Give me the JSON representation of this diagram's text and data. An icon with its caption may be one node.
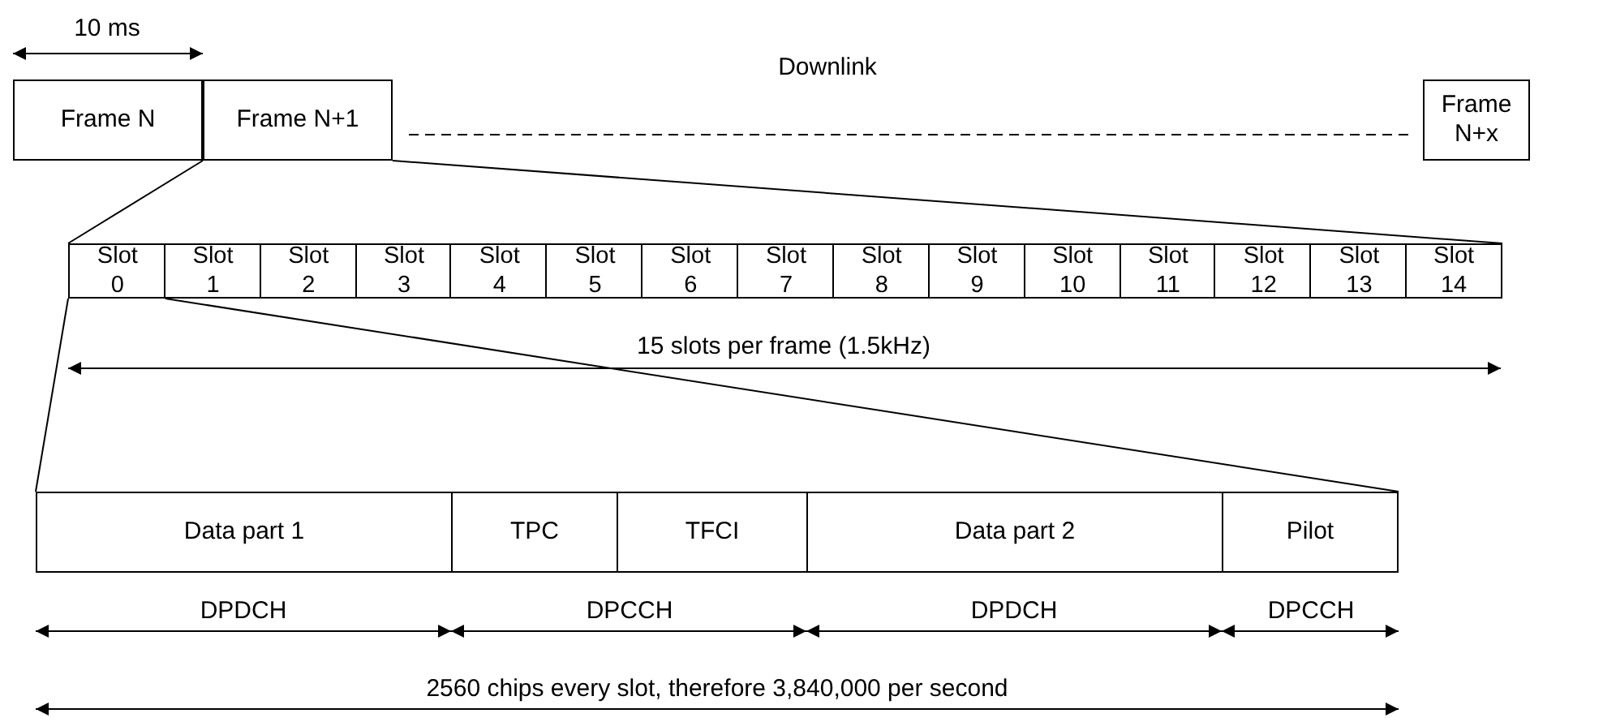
{
  "diagram": {
    "nodes": [
      {
        "text": [
          "Frame N"
        ]
      },
      {
        "text": [
          "Frame N+1"
        ]
      },
      {
        "text": [
          "Frame N+x"
        ]
      },
      {
        "text": [
          "Slot 0"
        ]
      },
      {
        "text": [
          "Slot 1"
        ]
      },
      {
        "text": [
          "Slot 2"
        ]
      },
      {
        "text": [
          "Slot 3"
        ]
      },
      {
        "text": [
          "Slot 4"
        ]
      },
      {
        "text": [
          "Slot 5"
        ]
      },
      {
        "text": [
          "Slot 6"
        ]
      },
      {
        "text": [
          "Slot 7"
        ]
      },
      {
        "text": [
          "Slot 8"
        ]
      },
      {
        "text": [
          "Slot 9"
        ]
      },
      {
        "text": [
          "Slot 10"
        ]
      },
      {
        "text": [
          "Slot 11"
        ]
      },
      {
        "text": [
          "Slot 12"
        ]
      },
      {
        "text": [
          "Slot 13"
        ]
      },
      {
        "text": [
          "Slot 14"
        ]
      },
      {
        "text": [
          "Data part 1"
        ]
      },
      {
        "text": [
          "TPC"
        ]
      },
      {
        "text": [
          "TFCI"
        ]
      },
      {
        "text": [
          "Data part 2"
        ]
      },
      {
        "text": [
          "Pilot"
        ]
      }
    ],
    "edges": [
      {
        "from": 1,
        "to": 2,
        "arrow": "none",
        "style": "dashed"
      },
      {
        "from": 1,
        "to": 3,
        "arrow": "none"
      },
      {
        "from": 1,
        "to": 17,
        "arrow": "none"
      },
      {
        "from": 3,
        "to": 18,
        "arrow": "none"
      },
      {
        "from": 3,
        "to": 22,
        "arrow": "none"
      }
    ],
    "labels": [
      "10 ms",
      "Downlink",
      "15 slots per frame (1.5kHz)",
      "DPDCH",
      "DPCCH",
      "DPDCH",
      "DPCCH",
      "2560 chips every slot, therefore 3,840,000 per second"
    ]
  }
}
